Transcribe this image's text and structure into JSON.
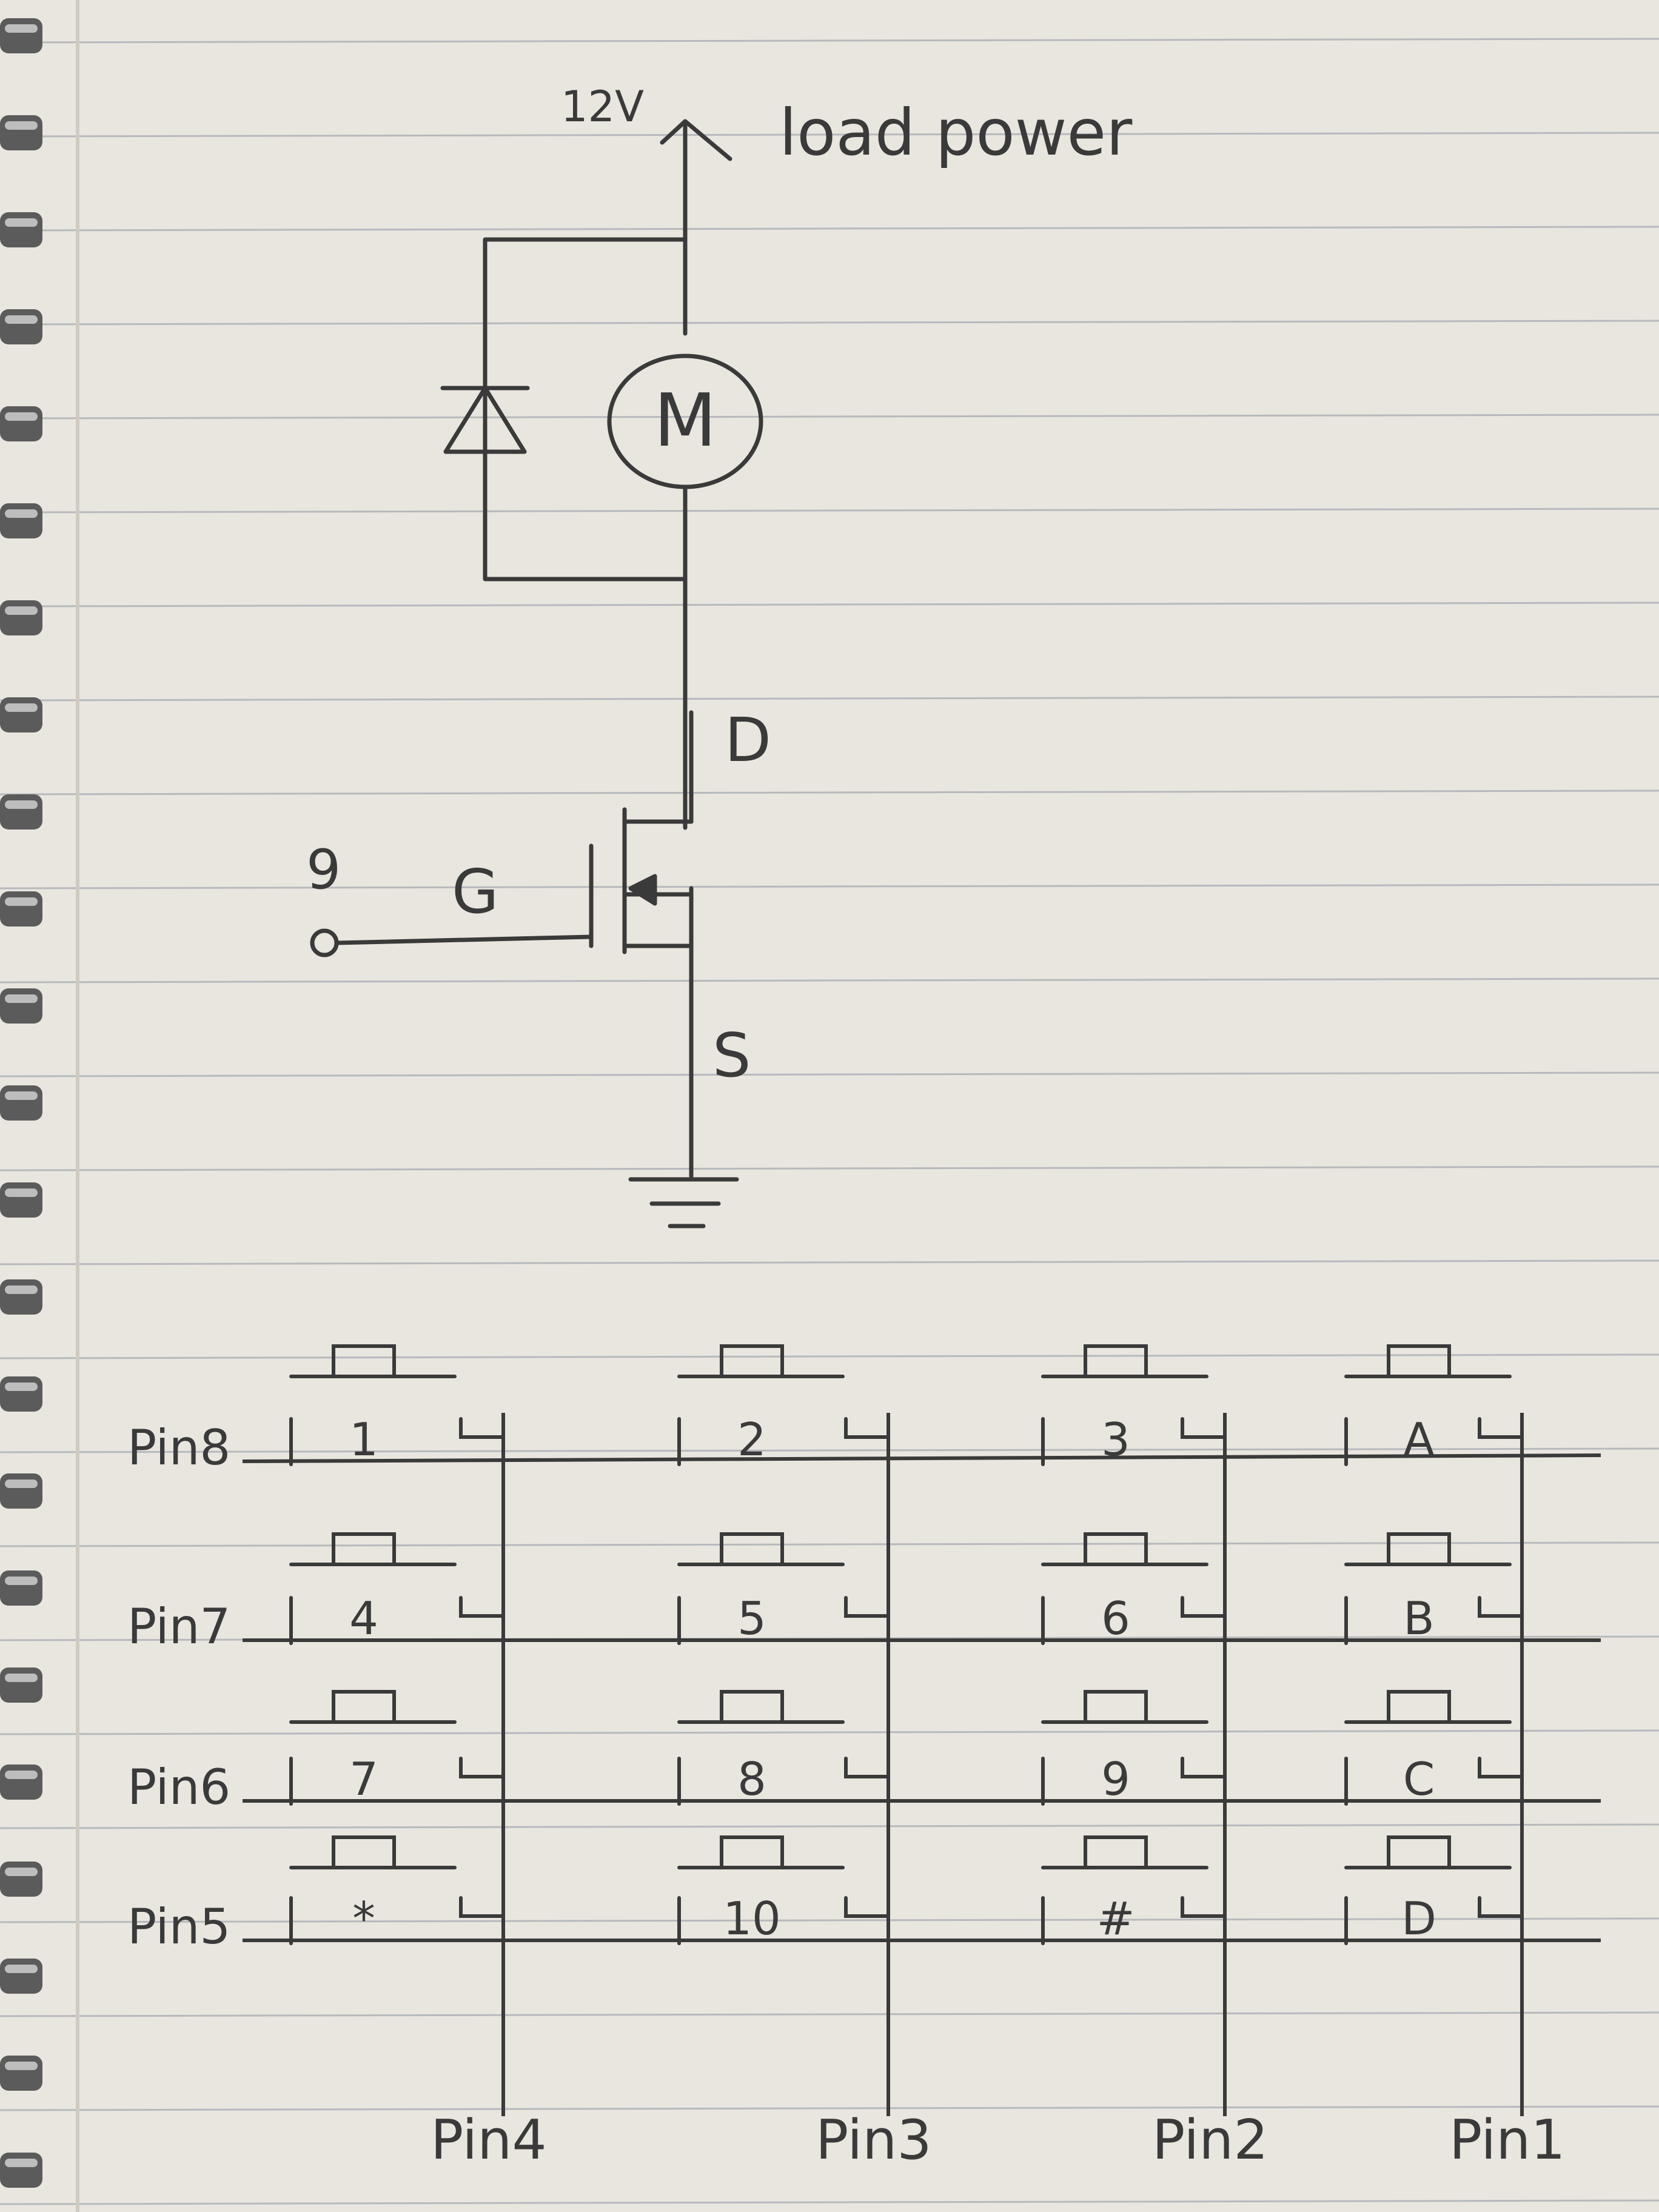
{
  "circuit": {
    "supply_label": "12V",
    "supply_note": "load power",
    "motor_label": "M",
    "drain_label": "D",
    "gate_label": "G",
    "source_label": "S",
    "gate_pin": "9"
  },
  "keypad": {
    "row_pins": [
      "Pin8",
      "Pin7",
      "Pin6",
      "Pin5"
    ],
    "col_pins": [
      "Pin4",
      "Pin3",
      "Pin2",
      "Pin1"
    ],
    "keys": [
      [
        "1",
        "2",
        "3",
        "A"
      ],
      [
        "4",
        "5",
        "6",
        "B"
      ],
      [
        "7",
        "8",
        "9",
        "C"
      ],
      [
        "*",
        "10",
        "#",
        "D"
      ]
    ]
  },
  "colors": {
    "paper": "#e9e6df",
    "rule_line": "#b7b9bd",
    "ink": "#3a3a3a",
    "spiral": "#5b5b5b"
  }
}
